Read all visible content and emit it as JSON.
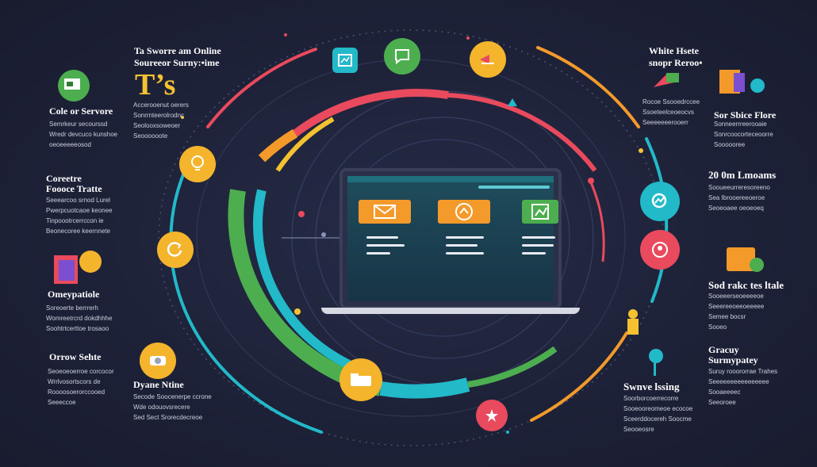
{
  "left_column": {
    "section1": {
      "title": "Cole or Servore",
      "lines": [
        "Semrkeur secourssd",
        "Wredr devcuco kunshoe",
        "oeoeeeeeosod"
      ]
    },
    "section2": {
      "title": "Coreetre",
      "title2": "Foooce Tratte",
      "lines": [
        "Seeearcoo srnod Lurel",
        "Pwerpcuotcaoe keonee",
        "Tinpoootrcerrccon ie",
        "Beonecoree keernnete"
      ]
    },
    "section3": {
      "title": "Omeypatiole",
      "lines": [
        "Soreoerte berrrerh",
        "Womreetrcrd dokdhhhe",
        "Soohtrtcerttoe trosaoo"
      ]
    },
    "section4": {
      "title": "Orrow Sehte",
      "lines": [
        "Seoeoeoerroe corcocor",
        "Wrrlvosortscors de",
        "Roooosoerorccooed",
        "Seeeccoe"
      ]
    }
  },
  "header_left": {
    "line1": "Ta Sworre am Online",
    "line2": "Soureeor Surny:•ime",
    "big": "T’s",
    "lines": [
      "Accerooenut oerers",
      "Sonrrnteerolrodnc",
      "Seolooxsoweoer",
      "Seoooooote"
    ]
  },
  "dyane": {
    "title": "Dyane Ntine",
    "lines": [
      "Secode Soocenerpe ccrone",
      "Wde odouovsrecere",
      "Sed Sect Srorecdecreoe"
    ]
  },
  "header_right": {
    "title1": "White Hsete",
    "title2": "snopr Reroo•",
    "lines": [
      "Rocoe Ssooedrccee",
      "Ssoeteelceoeocvs",
      "Seeeeeeerooerr"
    ]
  },
  "right_column": {
    "section1": {
      "title": "Sor Sbice Flore",
      "lines": [
        "Sonneerrreerooaie",
        "Sonrcoocorteceoorre",
        "Soooooree"
      ]
    },
    "section2": {
      "title": "20 0m Lmoams",
      "lines": [
        "Sooueeurreresoreeno",
        "Sea Ibrooereeoeroe",
        "Seoeoaee oeoeoeq"
      ]
    },
    "section3": {
      "title": "Sod rakc tes ltale",
      "lines": [
        "Sooeeerseoeeeeoe",
        "Seeereeoeeoeeeee",
        "Semee bocsr",
        "Sooeo"
      ]
    },
    "section4": {
      "title": "Gracuy",
      "title2": "Surmypatey",
      "lines": [
        "Suruy rooororrae Trahes",
        "Seeeeeeeeeeeeeeee",
        "Sooaeeeec",
        "Seeoroee"
      ]
    }
  },
  "bottom_center": {
    "title": "Swnve lssing",
    "lines": [
      "Soorborcoerrecorre",
      "Sooeooreomeoe ecocoe",
      "Sceerddocereh Soocme",
      "Seooeosre"
    ]
  },
  "colors": {
    "background": "#1e2238",
    "accent_yellow": "#f4b42c",
    "accent_red": "#e94a5d",
    "accent_green": "#4cae4f",
    "accent_teal": "#22b9c9",
    "accent_orange": "#f39a2b"
  },
  "icons": [
    "chart-icon",
    "chat-icon",
    "megaphone-icon",
    "lightbulb-icon",
    "refresh-icon",
    "email-icon",
    "chart-bubble-icon",
    "folder-icon",
    "user-icon",
    "star-icon",
    "search-icon",
    "pin-icon"
  ]
}
